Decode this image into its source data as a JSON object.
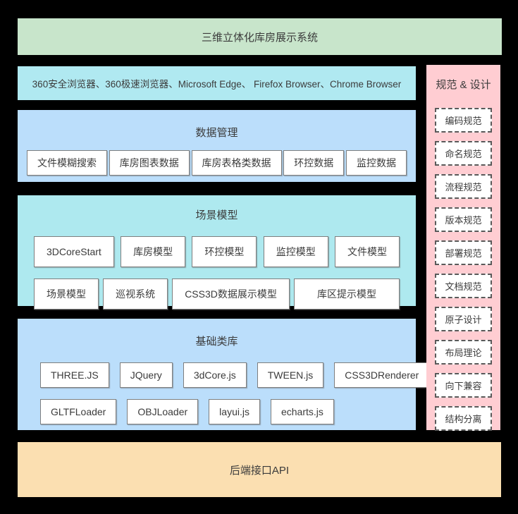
{
  "header": {
    "title": "三维立体化库房展示系统"
  },
  "browsers": {
    "text": "360安全浏览器、360极速浏览器、Microsoft Edge、 Firefox Browser、Chrome Browser"
  },
  "sections": {
    "data_management": {
      "title": "数据管理",
      "items": [
        "文件模糊搜索",
        "库房图表数据",
        "库房表格类数据",
        "环控数据",
        "监控数据"
      ]
    },
    "scene_model": {
      "title": "场景模型",
      "row1": [
        "3DCoreStart",
        "库房模型",
        "环控模型",
        "监控模型",
        "文件模型"
      ],
      "row2": [
        "场景模型",
        "巡视系统",
        "CSS3D数据展示模型",
        "库区提示模型"
      ]
    },
    "base_library": {
      "title": "基础类库",
      "row1": [
        "THREE.JS",
        "JQuery",
        "3dCore.js",
        "TWEEN.js",
        "CSS3DRenderer"
      ],
      "row2": [
        "GLTFLoader",
        "OBJLoader",
        "layui.js",
        "echarts.js"
      ]
    }
  },
  "standards": {
    "title": "规范 & 设计",
    "items": [
      "编码规范",
      "命名规范",
      "流程规范",
      "版本规范",
      "部署规范",
      "文档规范",
      "原子设计",
      "布局理论",
      "向下兼容",
      "结构分离"
    ]
  },
  "footer": {
    "title": "后端接口API"
  },
  "colors": {
    "banner_bg": "#c8e5cb",
    "browsers_bg": "#b0e9f1",
    "blue_section_bg": "#bbdefb",
    "cyan_section_bg": "#aee9ef",
    "standards_bg": "#ffcdd2",
    "footer_bg": "#fbdfb1",
    "box_border": "#7e7e7e",
    "text": "#3b3b3b"
  }
}
